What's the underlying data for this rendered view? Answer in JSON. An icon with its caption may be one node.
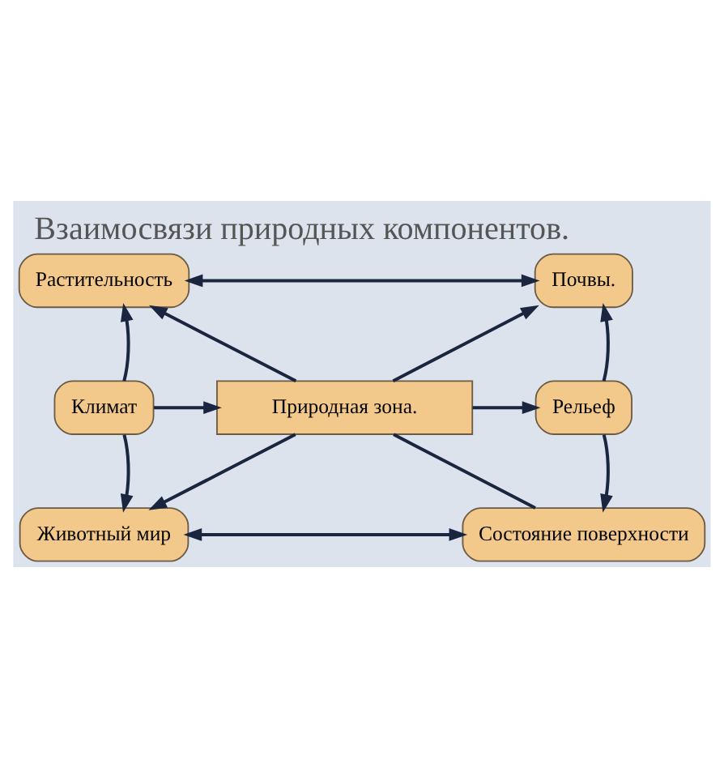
{
  "diagram": {
    "title": "Взаимосвязи природных компонентов.",
    "nodes": [
      {
        "text": [
          "Растительность"
        ]
      },
      {
        "text": [
          "Почвы."
        ]
      },
      {
        "text": [
          "Климат"
        ]
      },
      {
        "text": [
          "Природная зона."
        ]
      },
      {
        "text": [
          "Рельеф"
        ]
      },
      {
        "text": [
          "Животный мир"
        ]
      },
      {
        "text": [
          "Состояние поверхности"
        ]
      }
    ],
    "edges": [
      {
        "from": 0,
        "to": 1,
        "arrow": "both"
      },
      {
        "from": 2,
        "to": 0,
        "arrow": "to"
      },
      {
        "from": 3,
        "to": 0,
        "arrow": "to"
      },
      {
        "from": 3,
        "to": 1,
        "arrow": "to"
      },
      {
        "from": 2,
        "to": 3,
        "arrow": "to"
      },
      {
        "from": 3,
        "to": 4,
        "arrow": "to"
      },
      {
        "from": 4,
        "to": 1,
        "arrow": "to"
      },
      {
        "from": 2,
        "to": 5,
        "arrow": "to"
      },
      {
        "from": 3,
        "to": 5,
        "arrow": "to"
      },
      {
        "from": 3,
        "to": 6,
        "arrow": "none"
      },
      {
        "from": 4,
        "to": 6,
        "arrow": "to"
      },
      {
        "from": 5,
        "to": 6,
        "arrow": "both"
      }
    ]
  }
}
